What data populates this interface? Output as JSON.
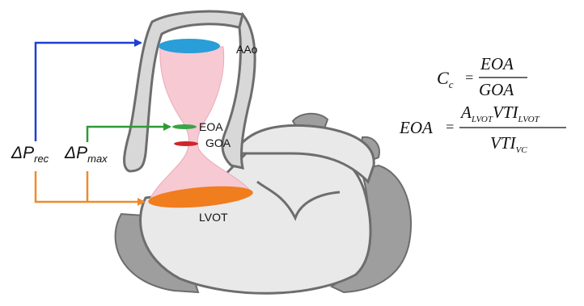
{
  "labels": {
    "aao": "AAo",
    "eoa": "EOA",
    "goa": "GOA",
    "lvot": "LVOT"
  },
  "pressure": {
    "delta": "ΔP",
    "rec": "rec",
    "max": "max"
  },
  "equation1": {
    "lhs": "C",
    "lhs_sub": "c",
    "equals": "=",
    "numerator": "EOA",
    "denominator": "GOA"
  },
  "equation2": {
    "lhs": "EOA",
    "equals": "=",
    "num_a": "A",
    "num_a_sub": "LVOT",
    "num_vti": "VTI",
    "num_vti_sub": "LVOT",
    "den_vti": "VTI",
    "den_vti_sub": "VC"
  },
  "colors": {
    "tissue": "#9e9e9e",
    "tissue_light": "#e9e9e9",
    "tissue_outline": "#6d6d6d",
    "flow": "#f7c9d3",
    "aao_ellipse": "#2a9ed8",
    "eoa_ellipse": "#3aa447",
    "goa_ellipse": "#d0242b",
    "lvot_ellipse": "#f07d1e",
    "arrow_rec": "#1f3fcf",
    "arrow_max": "#2f9a36",
    "arrow_lvot": "#ef8a2c"
  }
}
